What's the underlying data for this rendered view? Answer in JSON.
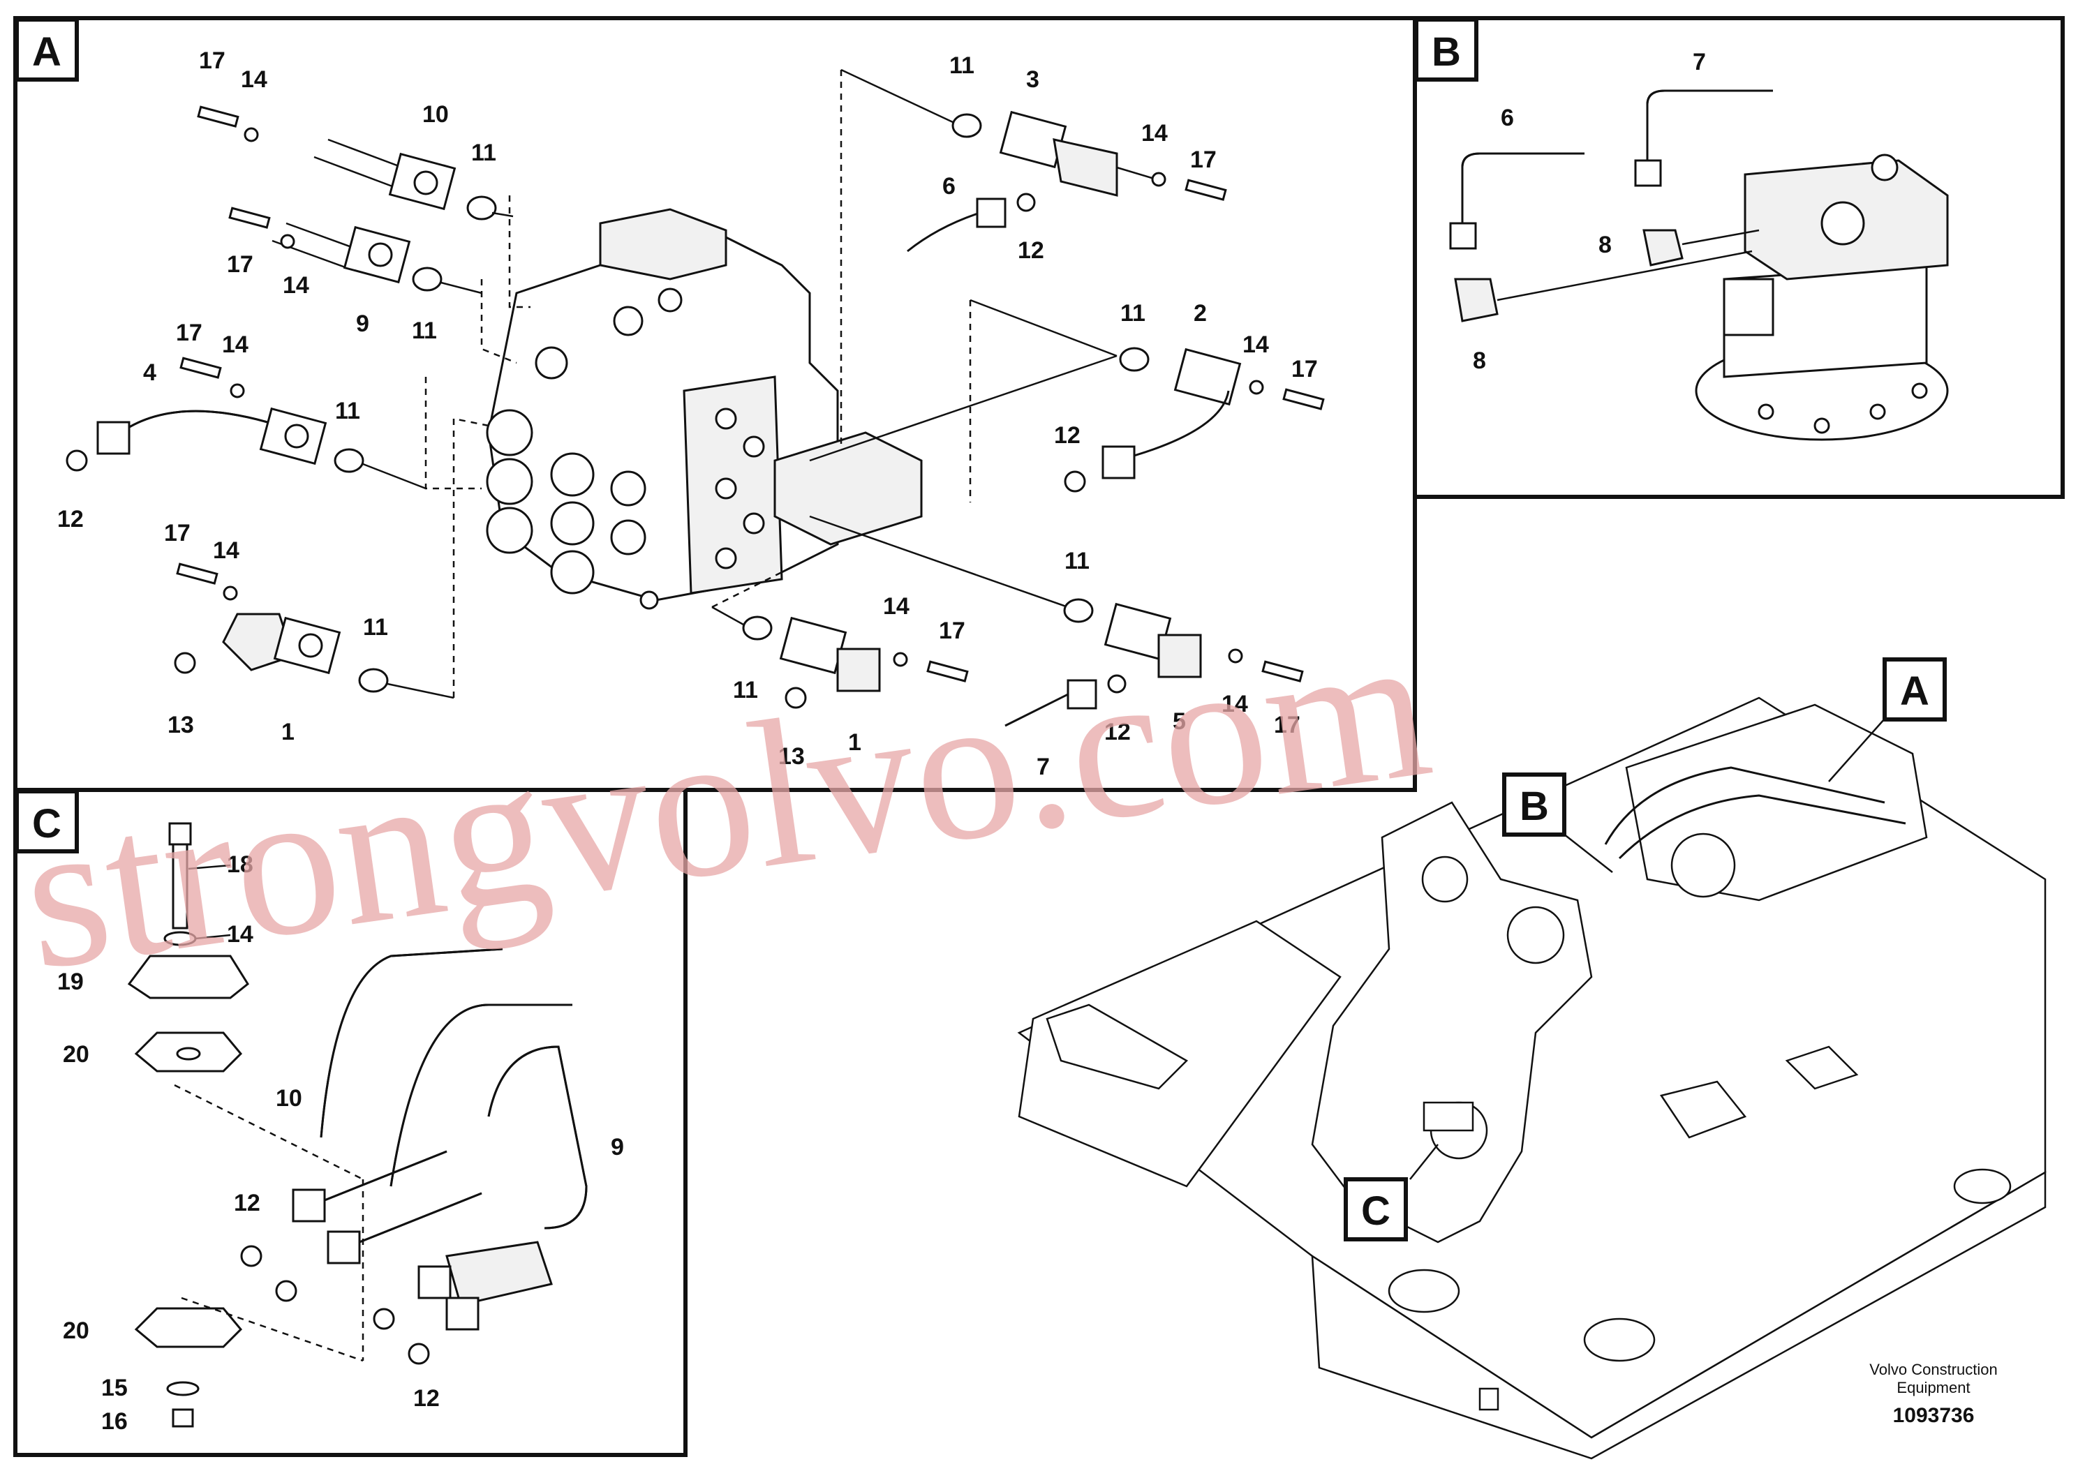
{
  "panels": [
    {
      "id": "A",
      "label": "A"
    },
    {
      "id": "B",
      "label": "B"
    },
    {
      "id": "C",
      "label": "C"
    }
  ],
  "overview_callouts": [
    "A",
    "B",
    "C"
  ],
  "panel_a_labels": [
    "17",
    "14",
    "10",
    "11",
    "17",
    "14",
    "9",
    "11",
    "17",
    "14",
    "4",
    "11",
    "12",
    "17",
    "14",
    "11",
    "13",
    "1",
    "11",
    "3",
    "14",
    "17",
    "6",
    "12",
    "11",
    "2",
    "14",
    "17",
    "12",
    "11",
    "11",
    "14",
    "17",
    "11",
    "13",
    "1",
    "12",
    "7",
    "5",
    "14",
    "17"
  ],
  "panel_b_labels": [
    "6",
    "7",
    "8",
    "8"
  ],
  "panel_c_labels": [
    "18",
    "14",
    "19",
    "20",
    "10",
    "9",
    "12",
    "12",
    "20",
    "15",
    "16"
  ],
  "watermark": "strongvolvo.com",
  "footer": {
    "maker_line1": "Volvo Construction",
    "maker_line2": "Equipment",
    "drawing_number": "1093736"
  }
}
